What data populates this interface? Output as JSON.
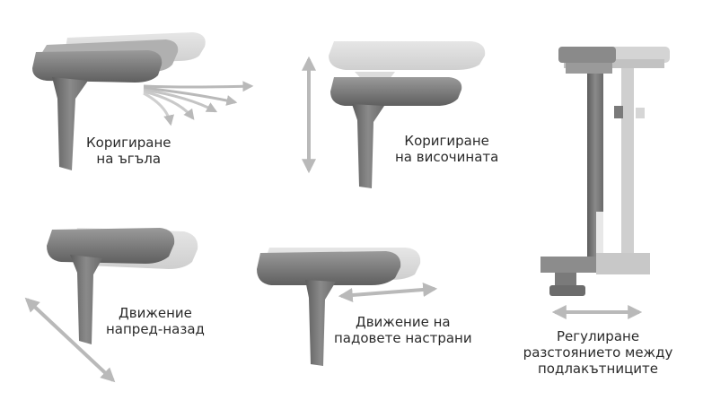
{
  "panels": [
    {
      "id": "angle",
      "lines": [
        "Коригиране",
        "на ъгъла"
      ]
    },
    {
      "id": "height",
      "lines": [
        "Коригиране",
        "на височината"
      ]
    },
    {
      "id": "width",
      "lines": [
        "Регулиране",
        "разстоянието между",
        "подлакътниците"
      ]
    },
    {
      "id": "forward",
      "lines": [
        "Движение",
        "напред-назад"
      ]
    },
    {
      "id": "lateral",
      "lines": [
        "Движение на",
        "падовете настрани"
      ]
    }
  ],
  "colors": {
    "pad_dark": "#6e6e6e",
    "pad_mid": "#8c8c8c",
    "ghost": "#d2d2d2",
    "arrow": "#b9b9b9",
    "text": "#2a2a2a"
  }
}
